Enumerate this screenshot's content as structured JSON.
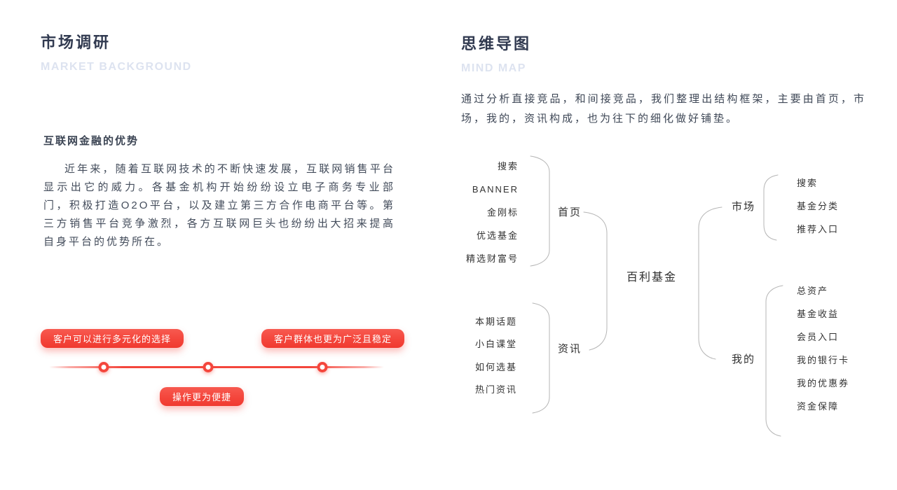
{
  "accent_color": "#f4463c",
  "line_color": "#b5b5b5",
  "left": {
    "title": "市场调研",
    "subtitle": "MARKET BACKGROUND",
    "section_heading": "互联网金融的优势",
    "paragraph": "近年来，随着互联网技术的不断快速发展，互联网销售平台显示出它的威力。各基金机构开始纷纷设立电子商务专业部门，积极打造O2O平台，以及建立第三方合作电商平台等。第三方销售平台竞争激烈，各方互联网巨头也纷纷出大招来提高自身平台的优势所在。",
    "badges": [
      "客户可以进行多元化的选择",
      "客户群体也更为广泛且稳定",
      "操作更为便捷"
    ]
  },
  "right": {
    "title": "思维导图",
    "subtitle": "MIND MAP",
    "paragraph": "通过分析直接竞品，和间接竞品，我们整理出结构框架，主要由首页，市场，我的，资讯构成，也为往下的细化做好铺垫。",
    "mindmap": {
      "root": "百利基金",
      "branches": [
        {
          "label": "首页",
          "children": [
            "搜索",
            "BANNER",
            "金刚标",
            "优选基金",
            "精选财富号"
          ]
        },
        {
          "label": "资讯",
          "children": [
            "本期话题",
            "小白课堂",
            "如何选基",
            "热门资讯"
          ]
        },
        {
          "label": "市场",
          "children": [
            "搜索",
            "基金分类",
            "推荐入口"
          ]
        },
        {
          "label": "我的",
          "children": [
            "总资产",
            "基金收益",
            "会员入口",
            "我的银行卡",
            "我的优惠券",
            "资金保障"
          ]
        }
      ]
    }
  }
}
